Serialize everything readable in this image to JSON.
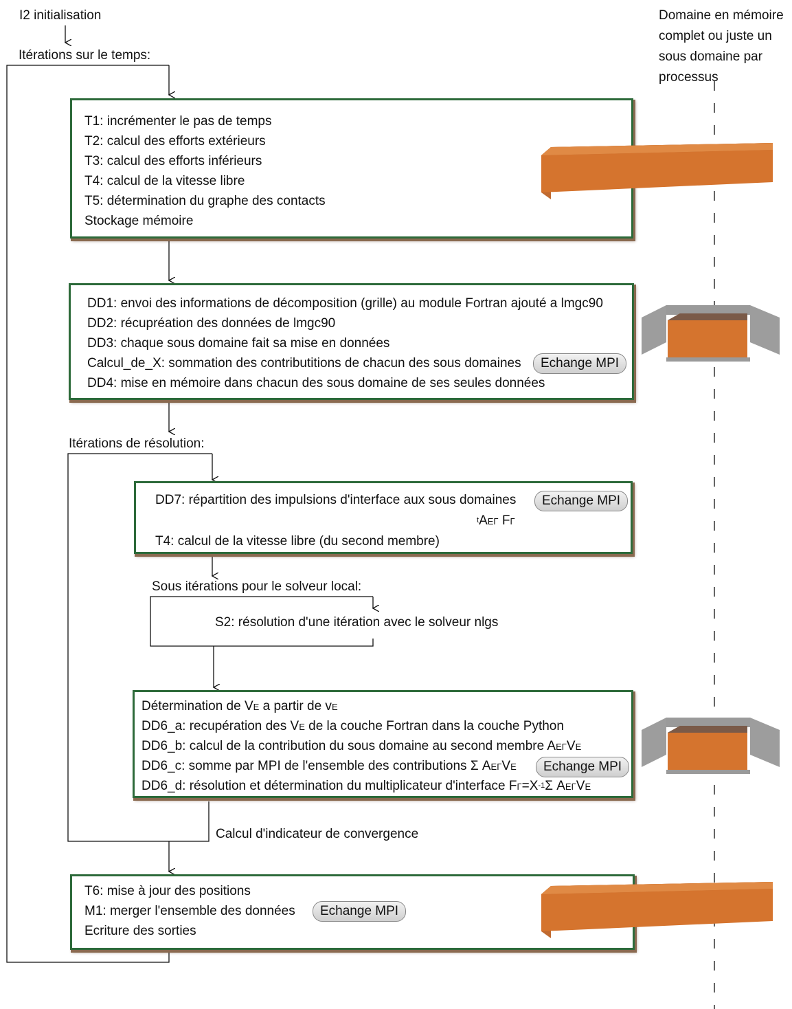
{
  "top": {
    "init": "I2 initialisation",
    "time_loop": "Itérations sur le temps:"
  },
  "memory_note": [
    "Domaine en mémoire",
    "complet ou juste un",
    "sous domaine par",
    "processus"
  ],
  "block1": {
    "lines": [
      "T1: incrémenter le pas de temps",
      "T2: calcul des efforts extérieurs",
      "T3: calcul des efforts inférieurs",
      "T4: calcul de la vitesse libre",
      "T5: détermination du graphe des contacts",
      "Stockage mémoire"
    ]
  },
  "block2": {
    "lines": [
      "DD1: envoi des informations de décomposition (grille) au module Fortran ajouté a lmgc90",
      "DD2: récupréation des données de lmgc90",
      "DD3: chaque sous domaine fait sa mise en données",
      "Calcul_de_X: sommation des contributitions de chacun des sous domaines",
      "DD4: mise en mémoire dans chacun des sous domaine de ses seules données"
    ],
    "mpi": "Echange MPI"
  },
  "resolution_loop": "Itérations de résolution:",
  "block3": {
    "line1": "DD7: répartition des impulsions d'interface aux sous domaines",
    "mpi": "Echange MPI",
    "formula": {
      "sup": "t",
      "a": "A",
      "a_sub": "EΓ",
      "f": "F",
      "f_sub": "Γ"
    },
    "line2": "T4: calcul de la vitesse libre (du second membre)"
  },
  "local_loop": "Sous itérations pour le solveur local:",
  "local_step": "S2: résolution d'une itération avec le solveur nlgs",
  "block4": {
    "l1": {
      "a": "Détermination de V",
      "b": " a partir de v"
    },
    "l2": {
      "a": "DD6_a: recupération des V",
      "b": " de la couche Fortran dans la couche Python"
    },
    "l3": {
      "a": "DD6_b: calcul de la contribution du sous domaine au second membre A",
      "b": "V"
    },
    "l4": {
      "a": "DD6_c: somme par MPI de l'ensemble des contributions Σ A",
      "b": "V"
    },
    "l5": {
      "a": "DD6_d: résolution et détermination du multiplicateur d'interface F",
      "b": "=X",
      "c": "Σ A",
      "d": "V"
    },
    "sub_E": "E",
    "sub_EG": "EΓ",
    "sub_G": "Γ",
    "sup_inv": "-1",
    "mpi": "Echange MPI"
  },
  "convergence": "Calcul d'indicateur de convergence",
  "block5": {
    "l1": "T6: mise à jour des positions",
    "l2": "M1: merger l'ensemble des données",
    "l3": "Ecriture des sorties",
    "mpi": "Echange MPI"
  },
  "colors": {
    "box_border": "#2d6a3a",
    "prism_front": "#d5742e",
    "prism_top": "#b85e22",
    "plane": "#8c8c8c"
  }
}
